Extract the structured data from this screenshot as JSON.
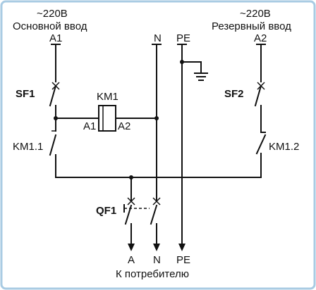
{
  "inputs": {
    "main": {
      "voltage": "~220В",
      "title": "Основной ввод",
      "terminal": "A1",
      "breaker": "SF1",
      "contact": "KM1.1"
    },
    "reserve": {
      "voltage": "~220В",
      "title": "Резервный ввод",
      "terminal": "A2",
      "breaker": "SF2",
      "contact": "KM1.2"
    }
  },
  "buses": {
    "neutral": "N",
    "earth": "PE"
  },
  "coil": {
    "name": "KM1",
    "pin_left": "A1",
    "pin_right": "A2"
  },
  "output_breaker": "QF1",
  "outputs": {
    "phase": "A",
    "neutral": "N",
    "earth": "PE",
    "caption": "К потребителю"
  },
  "colors": {
    "frame": "#a9cbe3",
    "line": "#111111",
    "background": "#ffffff"
  }
}
